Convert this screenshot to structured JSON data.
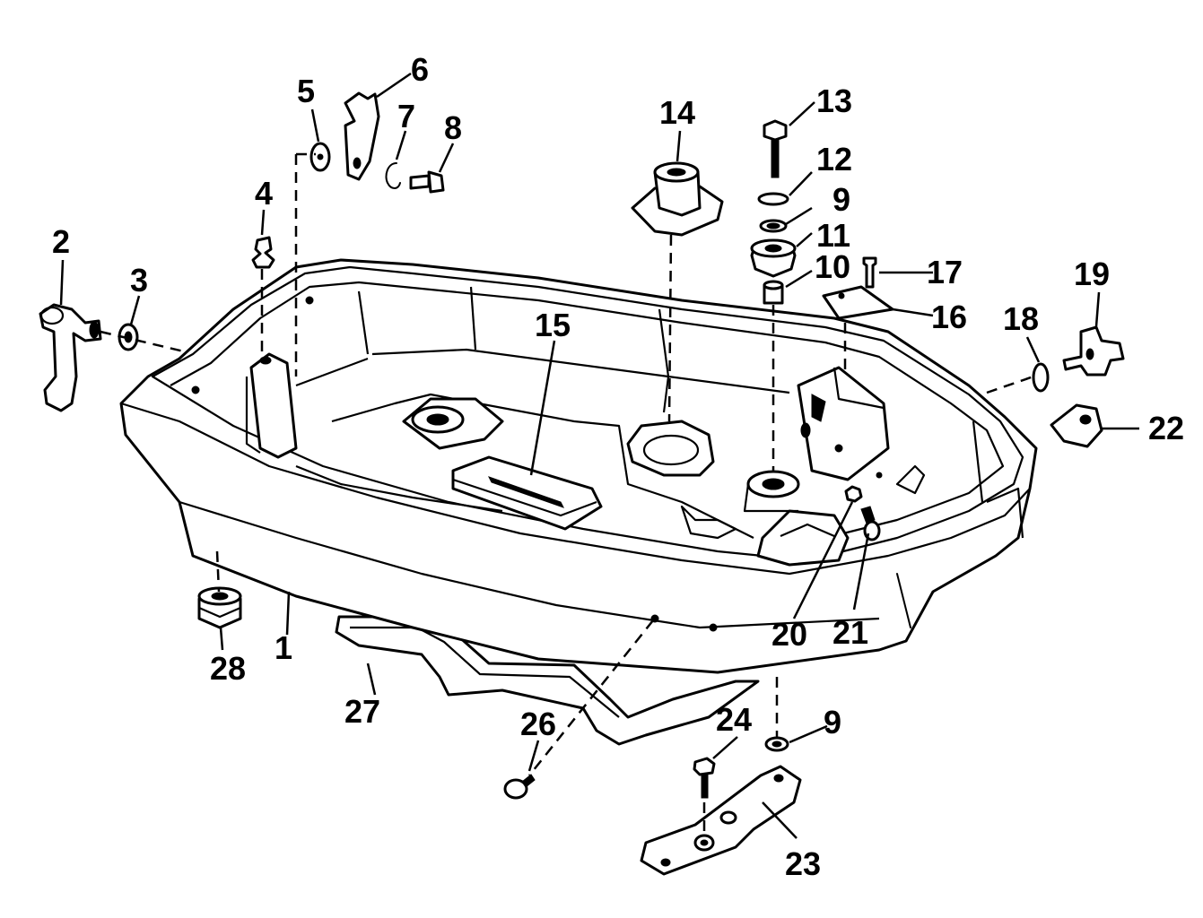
{
  "diagram": {
    "colors": {
      "ink": "#000000",
      "paper": "#ffffff"
    },
    "callouts": [
      {
        "id": "c1",
        "label": "1"
      },
      {
        "id": "c2",
        "label": "2"
      },
      {
        "id": "c3",
        "label": "3"
      },
      {
        "id": "c4",
        "label": "4"
      },
      {
        "id": "c5",
        "label": "5"
      },
      {
        "id": "c6",
        "label": "6"
      },
      {
        "id": "c7",
        "label": "7"
      },
      {
        "id": "c8",
        "label": "8"
      },
      {
        "id": "c9a",
        "label": "9"
      },
      {
        "id": "c9b",
        "label": "9"
      },
      {
        "id": "c10",
        "label": "10"
      },
      {
        "id": "c11",
        "label": "11"
      },
      {
        "id": "c12",
        "label": "12"
      },
      {
        "id": "c13",
        "label": "13"
      },
      {
        "id": "c14",
        "label": "14"
      },
      {
        "id": "c15",
        "label": "15"
      },
      {
        "id": "c16",
        "label": "16"
      },
      {
        "id": "c17",
        "label": "17"
      },
      {
        "id": "c18",
        "label": "18"
      },
      {
        "id": "c19",
        "label": "19"
      },
      {
        "id": "c20",
        "label": "20"
      },
      {
        "id": "c21",
        "label": "21"
      },
      {
        "id": "c22",
        "label": "22"
      },
      {
        "id": "c23",
        "label": "23"
      },
      {
        "id": "c24",
        "label": "24"
      },
      {
        "id": "c26",
        "label": "26"
      },
      {
        "id": "c27",
        "label": "27"
      },
      {
        "id": "c28",
        "label": "28"
      }
    ]
  }
}
